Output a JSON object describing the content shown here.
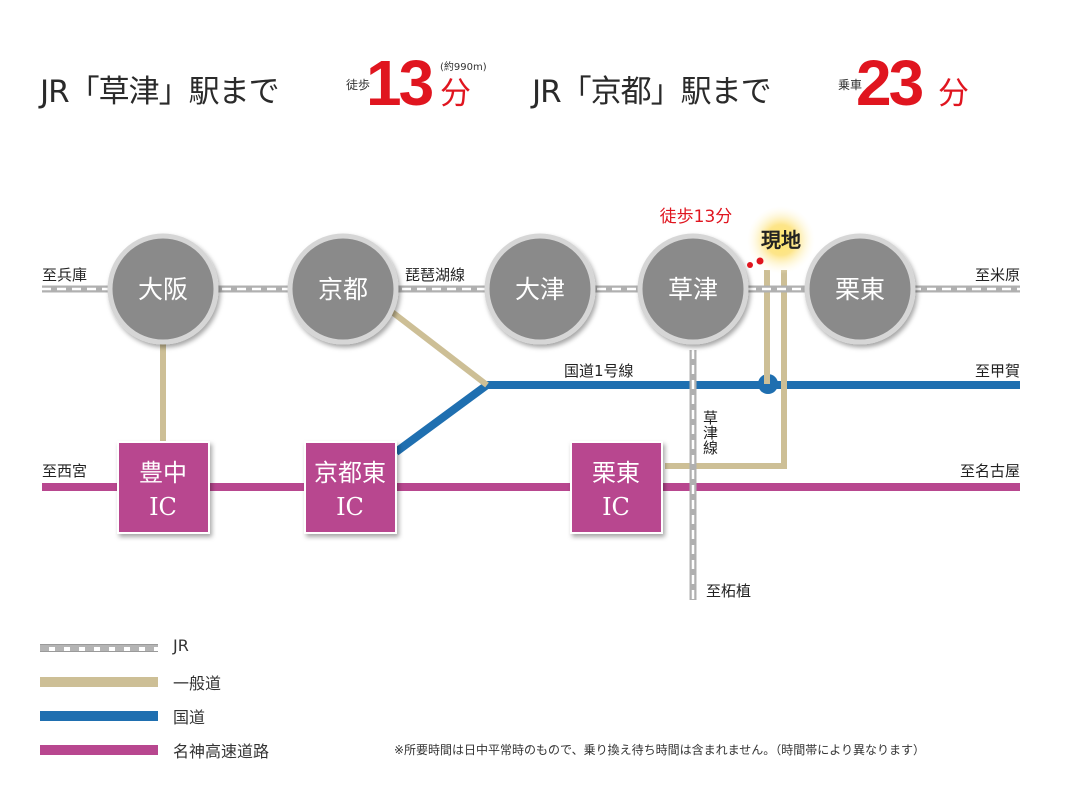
{
  "header": {
    "left": {
      "lead": "JR「草津」駅まで",
      "mode": "徒歩",
      "minutes": "13",
      "unit": "分",
      "distance": "(約990m)"
    },
    "right": {
      "lead": "JR「京都」駅まで",
      "mode": "乗車",
      "minutes": "23",
      "unit": "分"
    }
  },
  "map": {
    "stations": [
      "大阪",
      "京都",
      "大津",
      "草津",
      "栗東"
    ],
    "directions": {
      "hyogo": "至兵庫",
      "maibara": "至米原",
      "koka": "至甲賀",
      "nishinomiya": "至西宮",
      "nagoya": "至名古屋",
      "tsuge": "至柘植"
    },
    "line_labels": {
      "biwako": "琵琶湖線",
      "route1": "国道1号線",
      "kusatsu_line": "草津線"
    },
    "interchanges": [
      {
        "name": "豊中",
        "suffix": "IC"
      },
      {
        "name": "京都東",
        "suffix": "IC"
      },
      {
        "name": "栗東",
        "suffix": "IC"
      }
    ],
    "site": {
      "label": "現地",
      "walk": "徒歩13分"
    },
    "colors": {
      "jr": "#b0b0b0",
      "road": "#cdbf96",
      "national": "#1f6fb0",
      "expressway": "#b8478f",
      "station": "#8a8a8a",
      "accent": "#e0151f"
    }
  },
  "legend": {
    "jr": "JR",
    "road": "一般道",
    "national": "国道",
    "expressway": "名神高速道路"
  },
  "footnote": "※所要時間は日中平常時のもので、乗り換え待ち時間は含まれません。（時間帯により異なります）"
}
